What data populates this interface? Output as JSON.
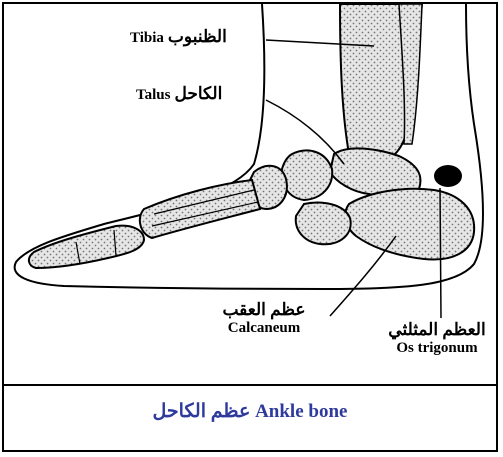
{
  "labels": {
    "tibia": {
      "ar": "الظنبوب",
      "en": "Tibia"
    },
    "talus": {
      "ar": "الكاحل",
      "en": "Talus"
    },
    "calcaneum": {
      "ar": "عظم العقب",
      "en": "Calcaneum"
    },
    "os_trigonum": {
      "ar": "العظم المثلثي",
      "en": "Os trigonum"
    }
  },
  "caption": "عظم الكاحل Ankle bone",
  "colors": {
    "caption": "#2e3a9c",
    "stroke": "#000000",
    "bone_fill": "#bdbdbd"
  }
}
